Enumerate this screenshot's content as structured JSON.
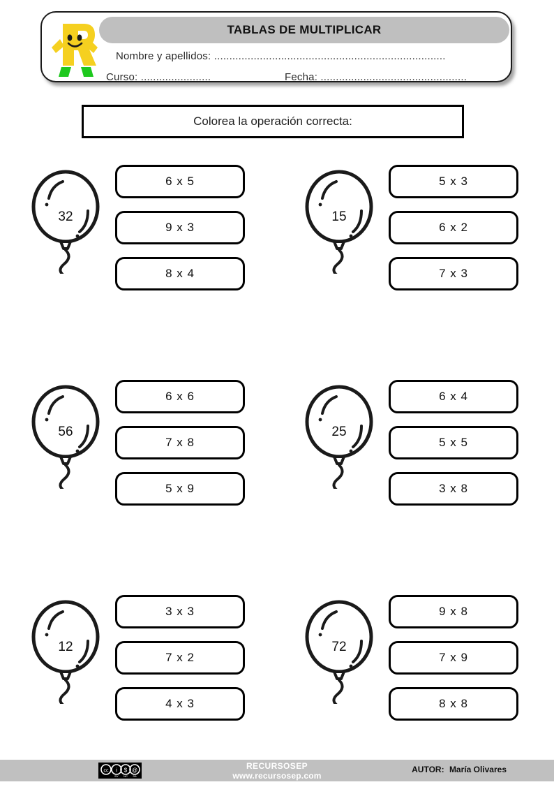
{
  "header": {
    "title": "TABLAS DE MULTIPLICAR",
    "mascot_icon": "recursosep-r-mascot-icon",
    "fields": {
      "name_line": "Nombre y apellidos: ............................................................................",
      "course_line": "Curso: .......................",
      "date_line": "Fecha: ................................................"
    }
  },
  "instruction": {
    "text": "Colorea la operación correcta:"
  },
  "exercises": [
    {
      "balloon_value": "32",
      "balloon_icon": "balloon-icon",
      "options": [
        "6 x 5",
        "9 x 3",
        "8 x 4"
      ]
    },
    {
      "balloon_value": "15",
      "balloon_icon": "balloon-icon",
      "options": [
        "5 x 3",
        "6 x 2",
        "7 x 3"
      ]
    },
    {
      "balloon_value": "56",
      "balloon_icon": "balloon-icon",
      "options": [
        "6 x 6",
        "7 x 8",
        "5 x 9"
      ]
    },
    {
      "balloon_value": "25",
      "balloon_icon": "balloon-icon",
      "options": [
        "6 x 4",
        "5 x 5",
        "3 x 8"
      ]
    },
    {
      "balloon_value": "12",
      "balloon_icon": "balloon-icon",
      "options": [
        "3 x 3",
        "7 x 2",
        "4 x 3"
      ]
    },
    {
      "balloon_value": "72",
      "balloon_icon": "balloon-icon",
      "options": [
        "9 x 8",
        "7 x 9",
        "8 x 8"
      ]
    }
  ],
  "footer": {
    "license_icon": "creative-commons-by-nc-sa-badge-icon",
    "license_labels": [
      "BY",
      "NC",
      "SA"
    ],
    "brand_name": "RECURSOSEP",
    "brand_url": "www.recursosep.com",
    "author_label": "AUTOR:",
    "author_name": "María Olivares",
    "bar_color": "#c0c0c0"
  },
  "colors": {
    "mascot_body": "#f5d020",
    "mascot_feet": "#1ec81e",
    "title_bar": "#bfbfbf",
    "ink": "#1a1a1a"
  }
}
